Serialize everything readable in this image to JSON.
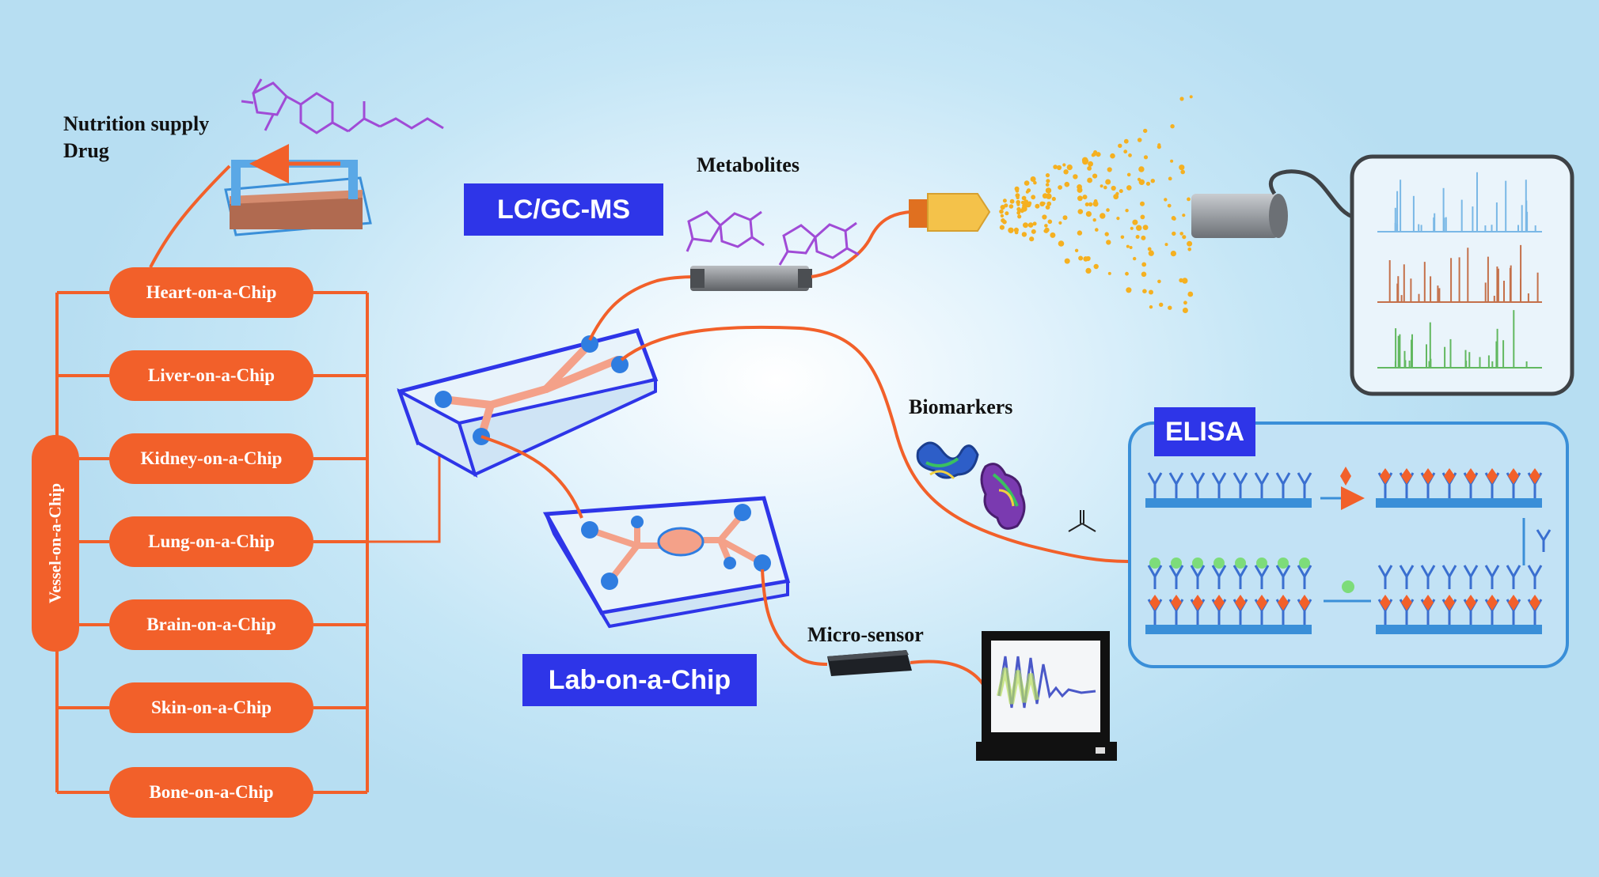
{
  "nutrition": {
    "line1": "Nutrition supply",
    "line2": "Drug"
  },
  "organs": [
    "Heart-on-a-Chip",
    "Liver-on-a-Chip",
    "Kidney-on-a-Chip",
    "Lung-on-a-Chip",
    "Brain-on-a-Chip",
    "Skin-on-a-Chip",
    "Bone-on-a-Chip"
  ],
  "vessel": "Vessel-on-a-Chip",
  "lcgcms": "LC/GC-MS",
  "metabolites": "Metabolites",
  "biomarkers": "Biomarkers",
  "elisa": "ELISA",
  "lab_on_chip": "Lab-on-a-Chip",
  "micro_sensor": "Micro-sensor",
  "colors": {
    "orange": "#f2602a",
    "blue_label": "#2e35e8",
    "chip_outline": "#2e35e8",
    "channel": "#f4a189",
    "node": "#2f7de0"
  }
}
